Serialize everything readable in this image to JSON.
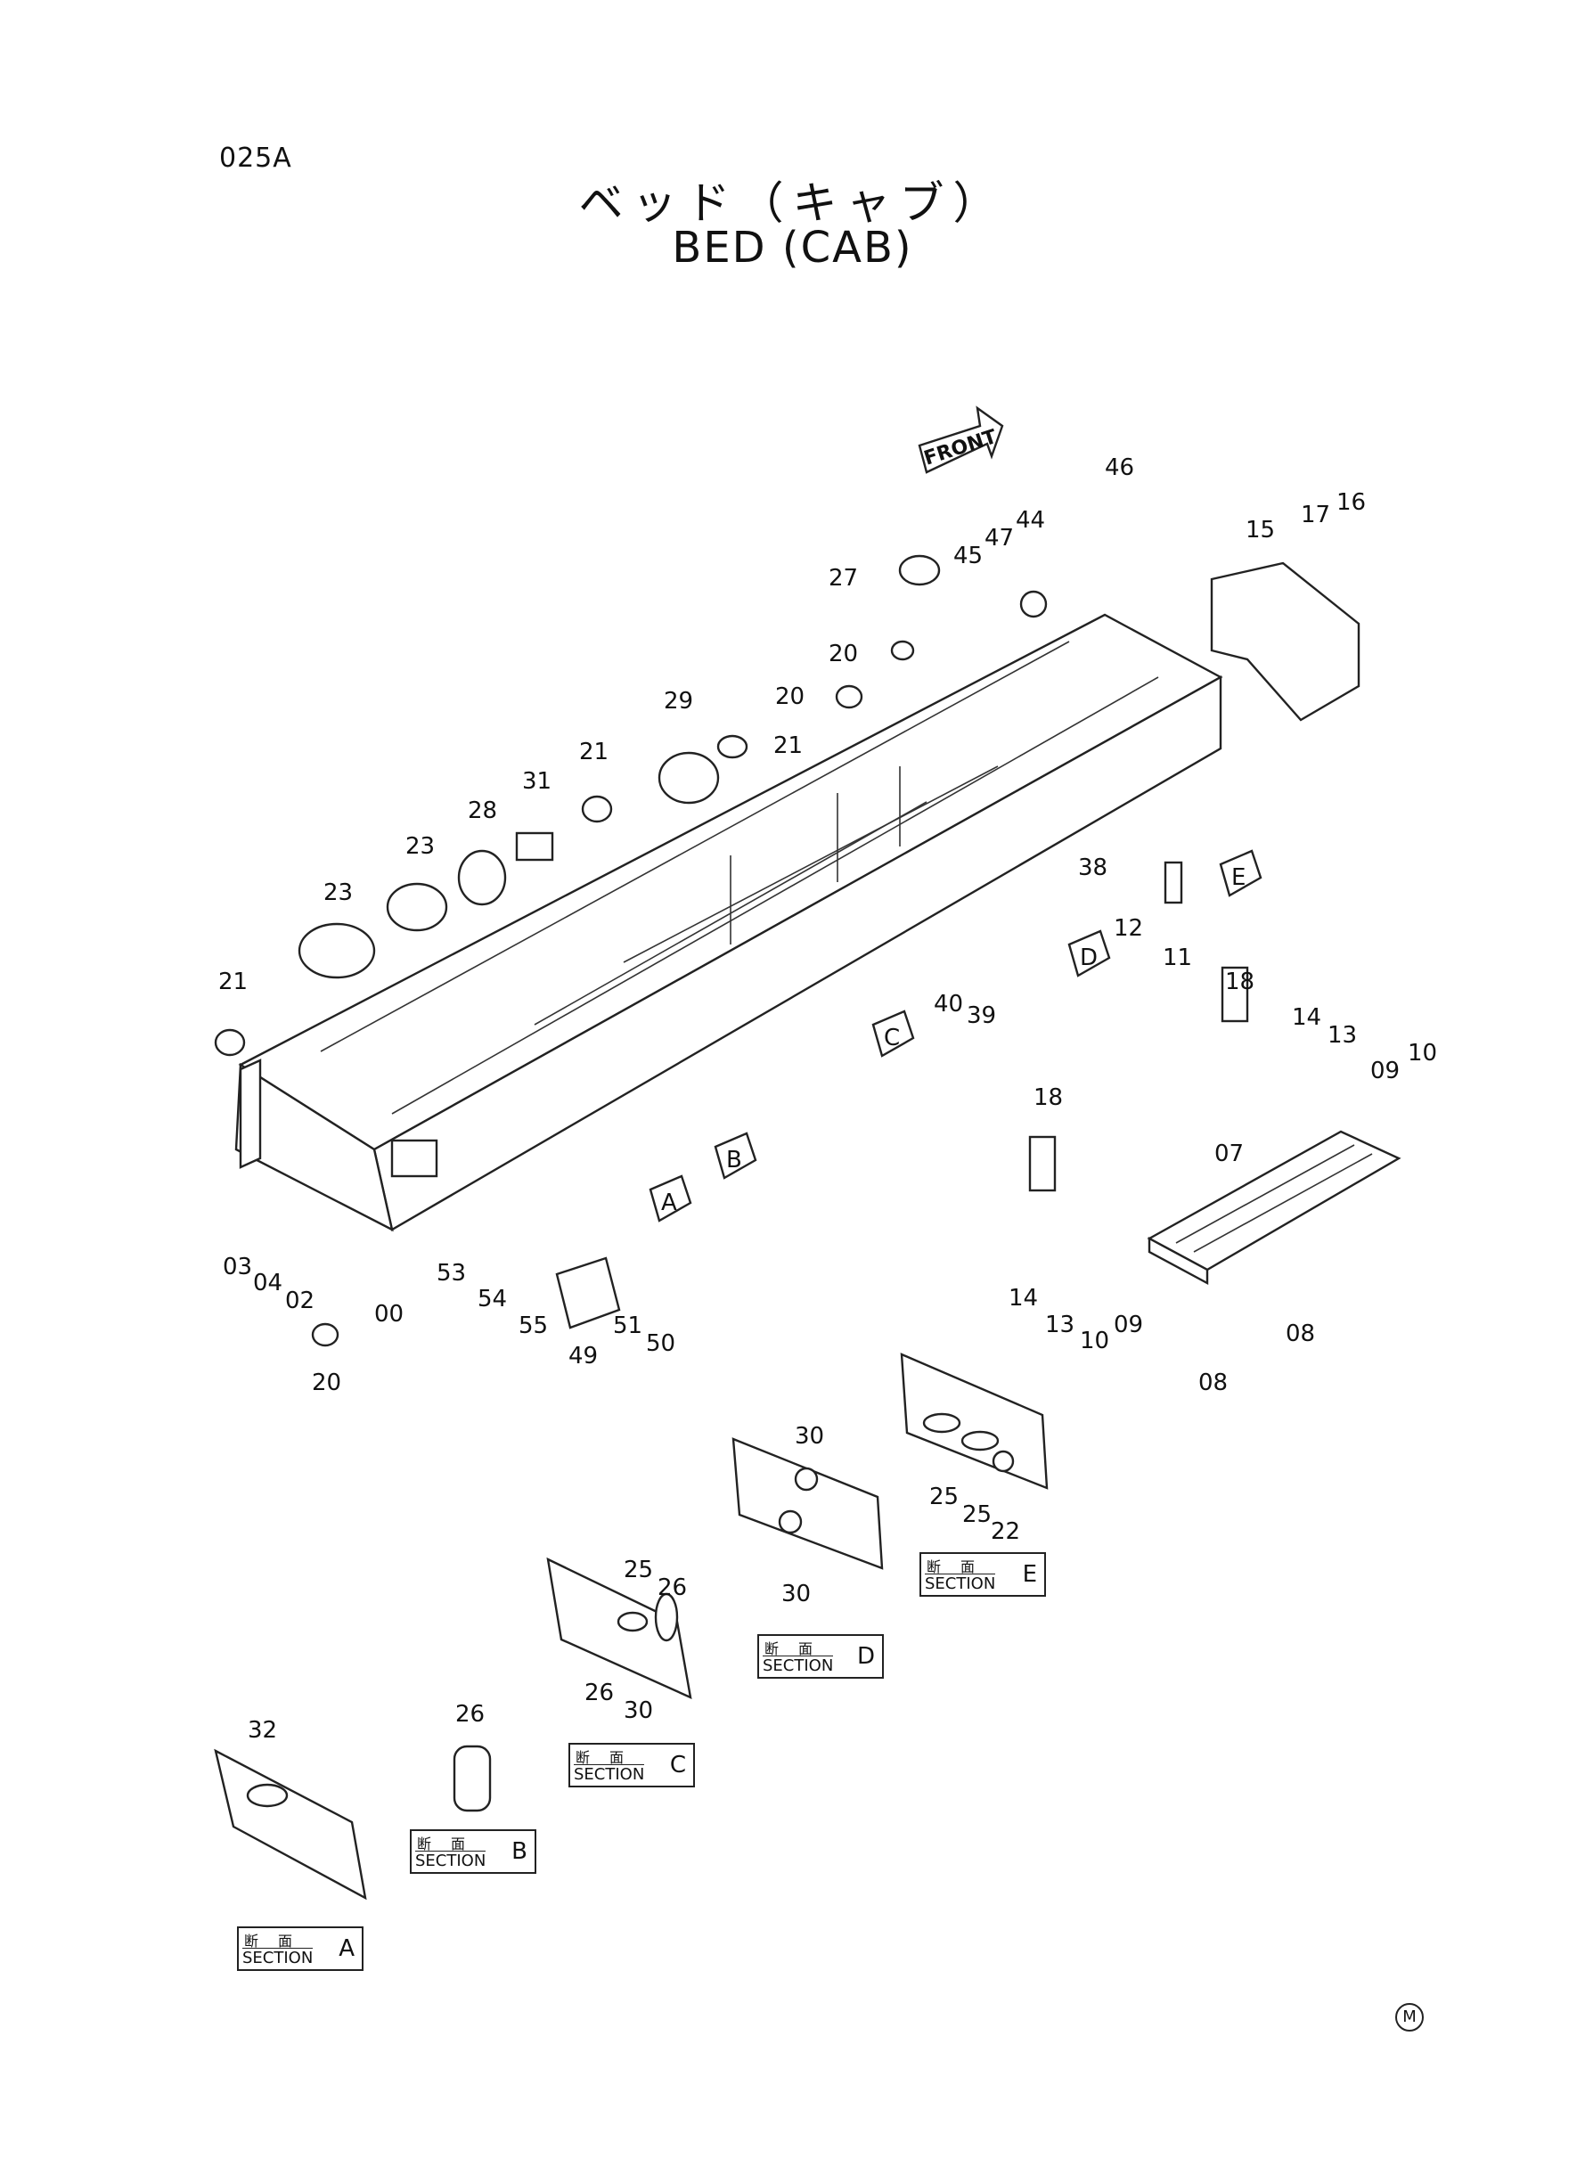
{
  "header": {
    "code": "025A",
    "title_jp": "ベッド（キャブ）",
    "title_en": "BED (CAB)"
  },
  "front_arrow": "FRONT",
  "view_markers": [
    "A",
    "B",
    "C",
    "D",
    "E"
  ],
  "sections": [
    {
      "kanji": "断面",
      "word": "SECTION",
      "letter": "A"
    },
    {
      "kanji": "断面",
      "word": "SECTION",
      "letter": "B"
    },
    {
      "kanji": "断面",
      "word": "SECTION",
      "letter": "C"
    },
    {
      "kanji": "断面",
      "word": "SECTION",
      "letter": "D"
    },
    {
      "kanji": "断面",
      "word": "SECTION",
      "letter": "E"
    }
  ],
  "callouts": [
    "46",
    "45",
    "47",
    "44",
    "15",
    "17",
    "16",
    "27",
    "20",
    "20",
    "29",
    "21",
    "21",
    "31",
    "28",
    "23",
    "23",
    "21",
    "38",
    "12",
    "11",
    "40",
    "39",
    "18",
    "14",
    "13",
    "09",
    "10",
    "18",
    "07",
    "03",
    "04",
    "02",
    "53",
    "54",
    "55",
    "51",
    "50",
    "49",
    "00",
    "20",
    "14",
    "13",
    "10",
    "09",
    "08",
    "08",
    "30",
    "30",
    "25",
    "25",
    "22",
    "25",
    "26",
    "26",
    "30",
    "26",
    "32"
  ],
  "corner_mark": "M"
}
